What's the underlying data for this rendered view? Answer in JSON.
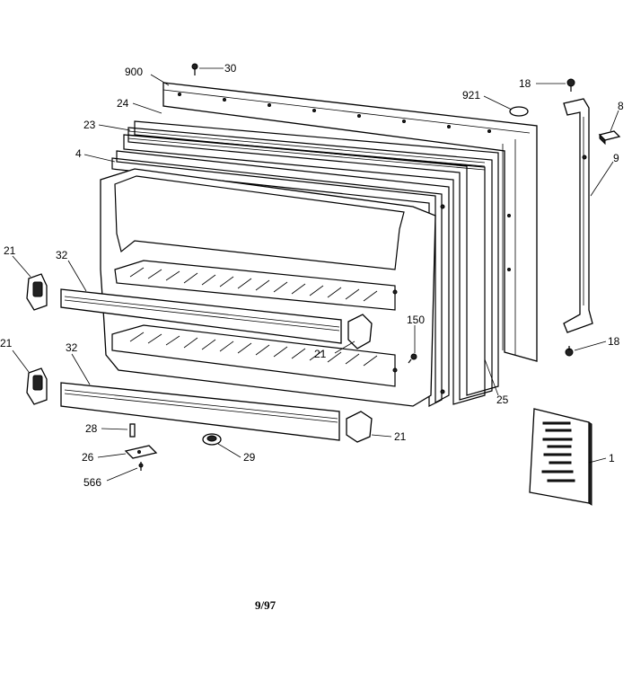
{
  "callouts": [
    {
      "id": "900",
      "text": "900"
    },
    {
      "id": "30",
      "text": "30"
    },
    {
      "id": "24",
      "text": "24"
    },
    {
      "id": "23",
      "text": "23"
    },
    {
      "id": "4",
      "text": "4"
    },
    {
      "id": "921",
      "text": "921"
    },
    {
      "id": "18a",
      "text": "18"
    },
    {
      "id": "8",
      "text": "8"
    },
    {
      "id": "9",
      "text": "9"
    },
    {
      "id": "18b",
      "text": "18"
    },
    {
      "id": "21a",
      "text": "21"
    },
    {
      "id": "32a",
      "text": "32"
    },
    {
      "id": "21b",
      "text": "21"
    },
    {
      "id": "32b",
      "text": "32"
    },
    {
      "id": "150",
      "text": "150"
    },
    {
      "id": "21c",
      "text": "21"
    },
    {
      "id": "25",
      "text": "25"
    },
    {
      "id": "28",
      "text": "28"
    },
    {
      "id": "26",
      "text": "26"
    },
    {
      "id": "566",
      "text": "566"
    },
    {
      "id": "29",
      "text": "29"
    },
    {
      "id": "21d",
      "text": "21"
    },
    {
      "id": "1",
      "text": "1"
    }
  ],
  "footer": {
    "date_code": "9/97"
  }
}
